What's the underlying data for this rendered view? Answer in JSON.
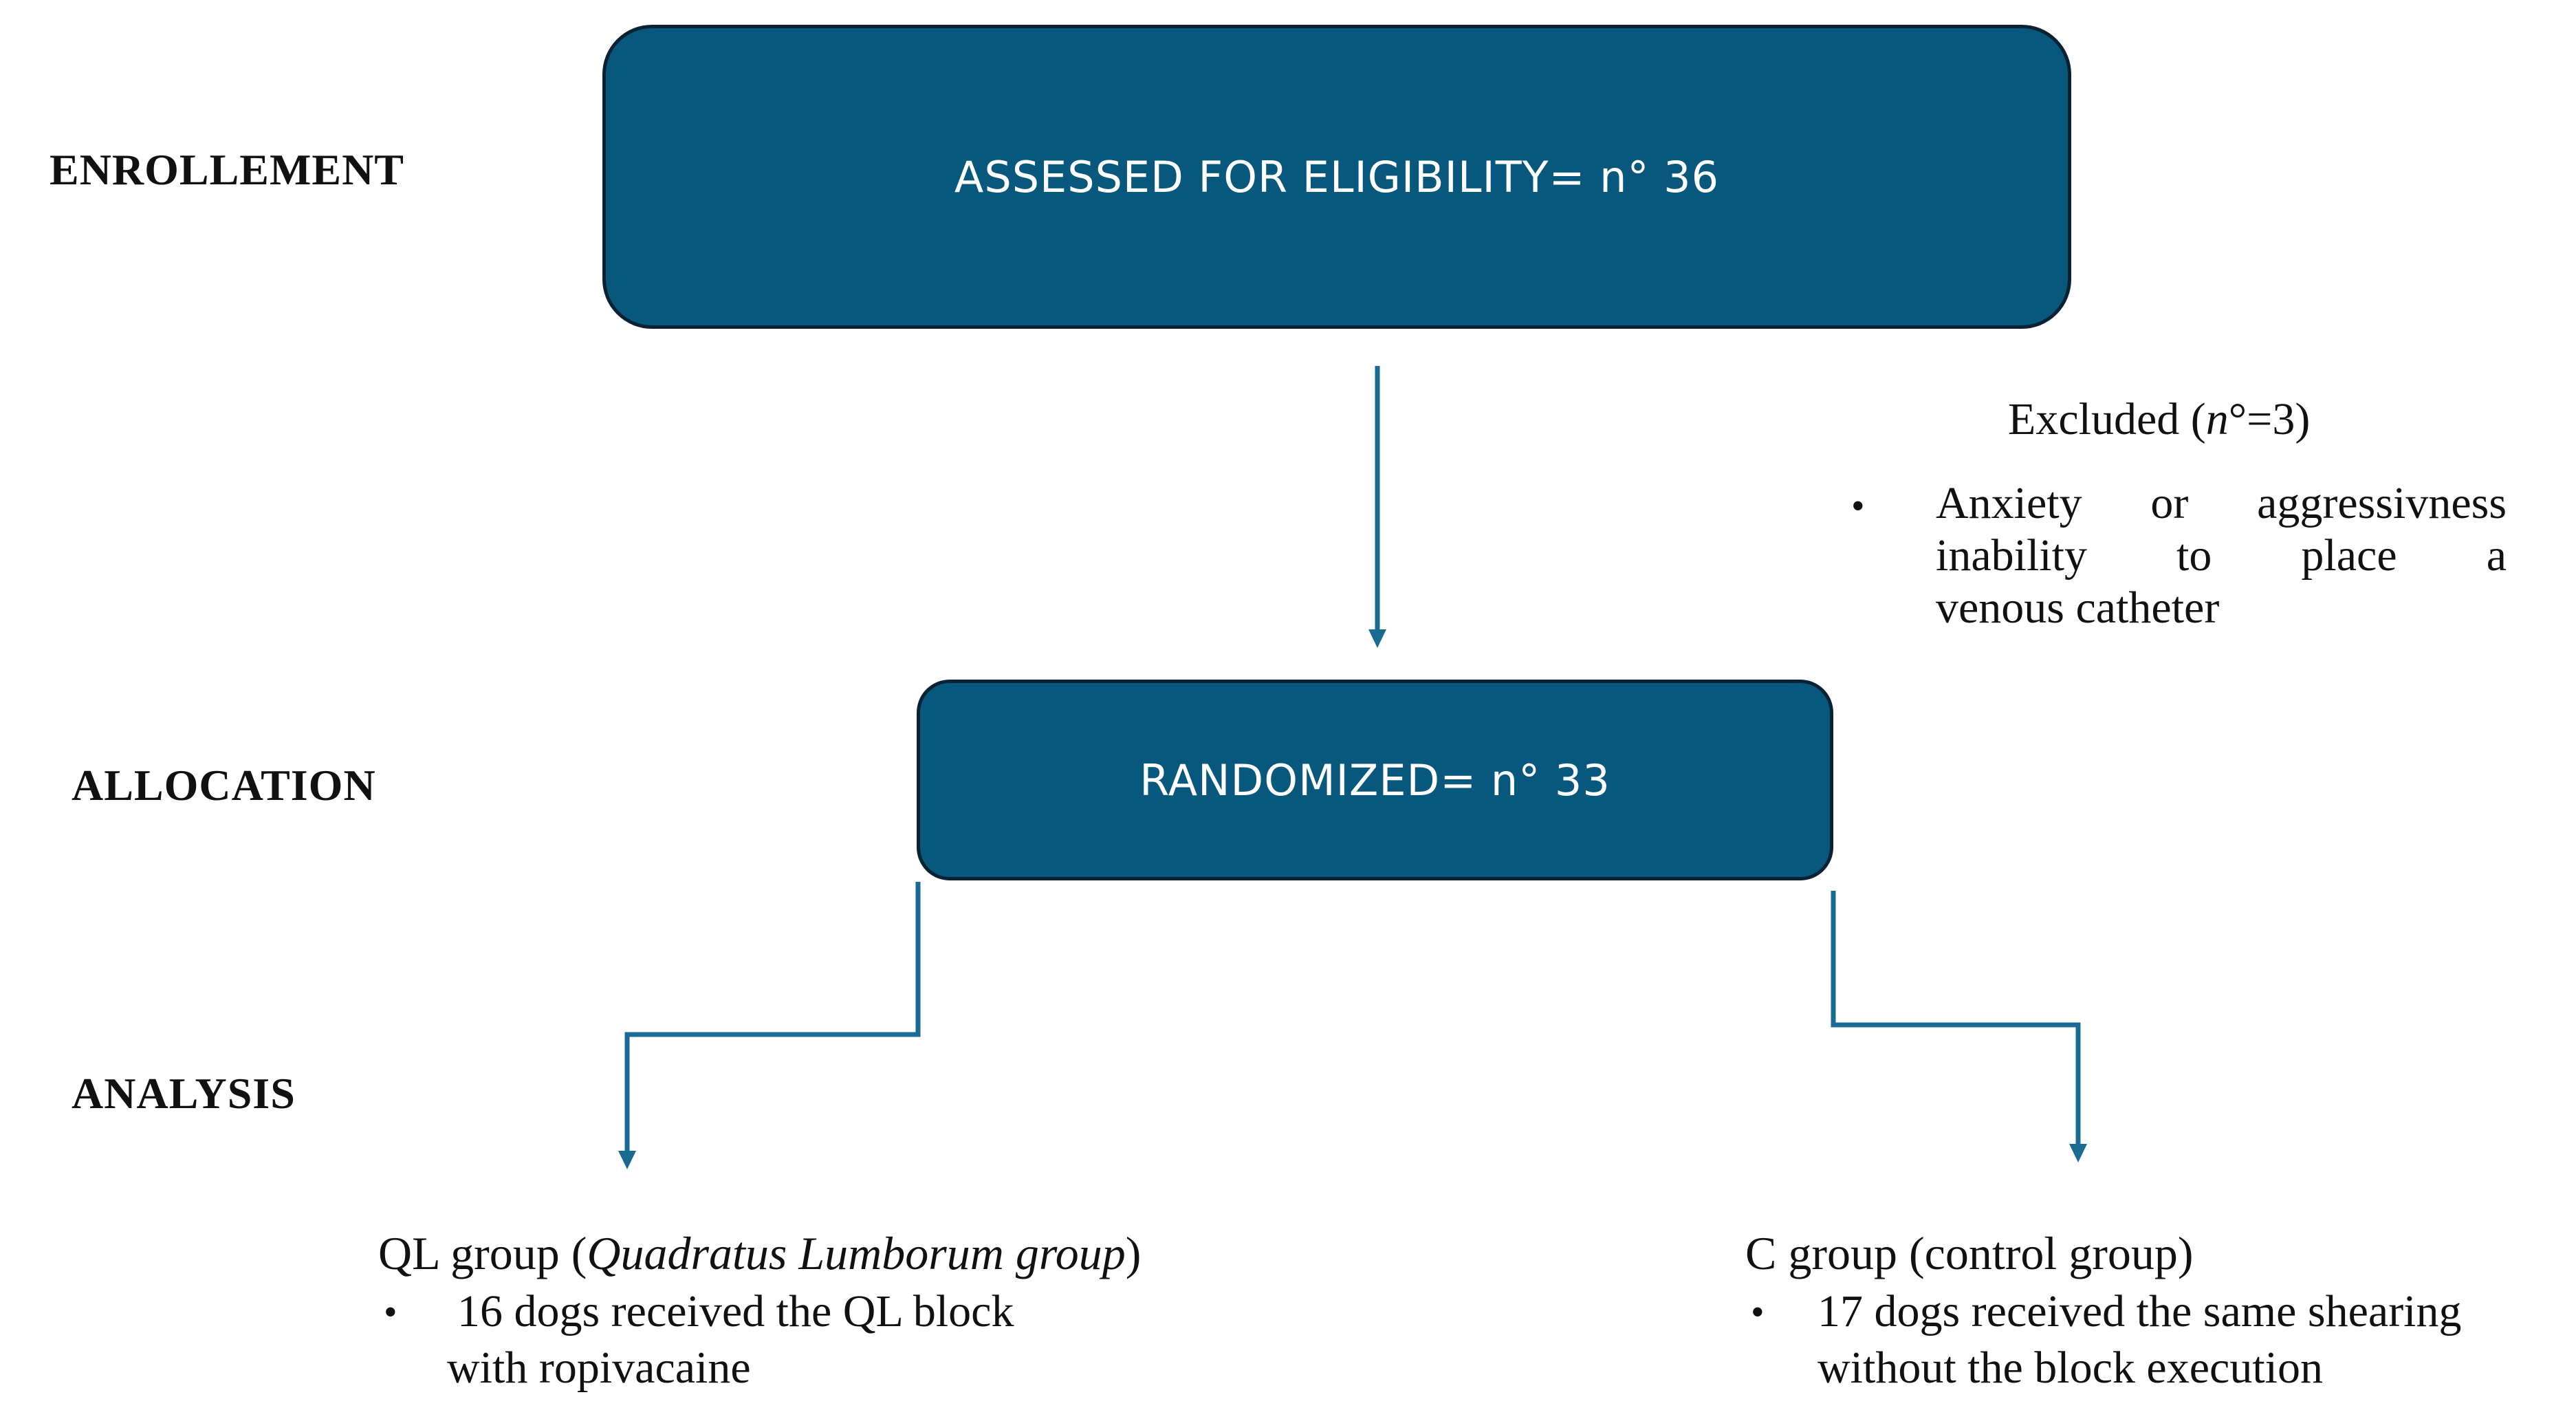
{
  "stages": {
    "enrollment": "ENROLLEMENT",
    "allocation": "ALLOCATION",
    "analysis": "ANALYSIS"
  },
  "boxes": {
    "assessed": "ASSESSED FOR ELIGIBILITY= n° 36",
    "randomized": "RANDOMIZED= n° 33"
  },
  "excluded": {
    "title_prefix": "Excluded (",
    "title_italic": "n",
    "title_suffix": "°=3)",
    "bullet": "•",
    "lines": [
      "Anxiety or aggressivness",
      "inability to place a",
      "venous catheter"
    ]
  },
  "ql_group": {
    "title_prefix": "QL group (",
    "title_italic": "Quadratus Lumborum group",
    "title_suffix": ")",
    "bullet": "•",
    "line1": "16 dogs received the QL block",
    "line2": "with ropivacaine"
  },
  "c_group": {
    "title": "C group (control group)",
    "bullet": "•",
    "line1": "17 dogs received the same shearing",
    "line2": "without the block execution"
  },
  "colors": {
    "box_fill": "#08577c",
    "box_border": "#0a2233",
    "connector": "#1a6b93"
  }
}
